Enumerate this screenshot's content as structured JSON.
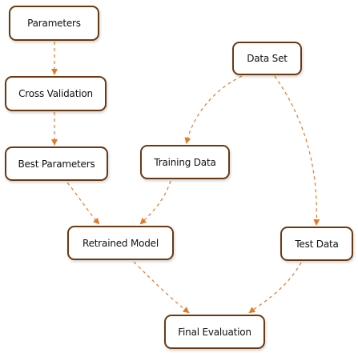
{
  "diagram": {
    "nodes": {
      "parameters": "Parameters",
      "cross_validation": "Cross Validation",
      "best_parameters": "Best Parameters",
      "data_set": "Data Set",
      "training_data": "Training Data",
      "retrained_model": "Retrained Model",
      "test_data": "Test Data",
      "final_evaluation": "Final Evaluation"
    },
    "edges": [
      {
        "from": "Parameters",
        "to": "Cross Validation"
      },
      {
        "from": "Cross Validation",
        "to": "Best Parameters"
      },
      {
        "from": "Data Set",
        "to": "Training Data"
      },
      {
        "from": "Data Set",
        "to": "Test Data"
      },
      {
        "from": "Best Parameters",
        "to": "Retrained Model"
      },
      {
        "from": "Training Data",
        "to": "Retrained Model"
      },
      {
        "from": "Retrained Model",
        "to": "Final Evaluation"
      },
      {
        "from": "Test Data",
        "to": "Final Evaluation"
      }
    ],
    "colors": {
      "node_border": "#6b3a12",
      "edge": "#e07a2a"
    }
  }
}
